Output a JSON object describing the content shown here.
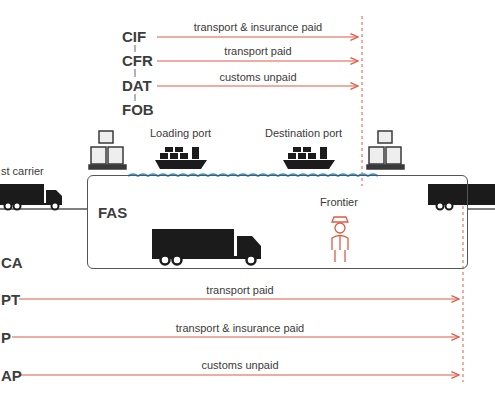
{
  "diagram": {
    "nodes": [
      {
        "text": [
          "FAS",
          "Frontier"
        ]
      }
    ],
    "labels": [
      "CIF",
      "CFR",
      "DAT",
      "FOB",
      "transport & insurance paid",
      "transport paid",
      "customs unpaid",
      "st carrier",
      "Loading port",
      "Destination port",
      "CA",
      "PT",
      "P",
      "AP",
      "transport paid",
      "transport & insurance paid",
      "customs unpaid"
    ]
  }
}
